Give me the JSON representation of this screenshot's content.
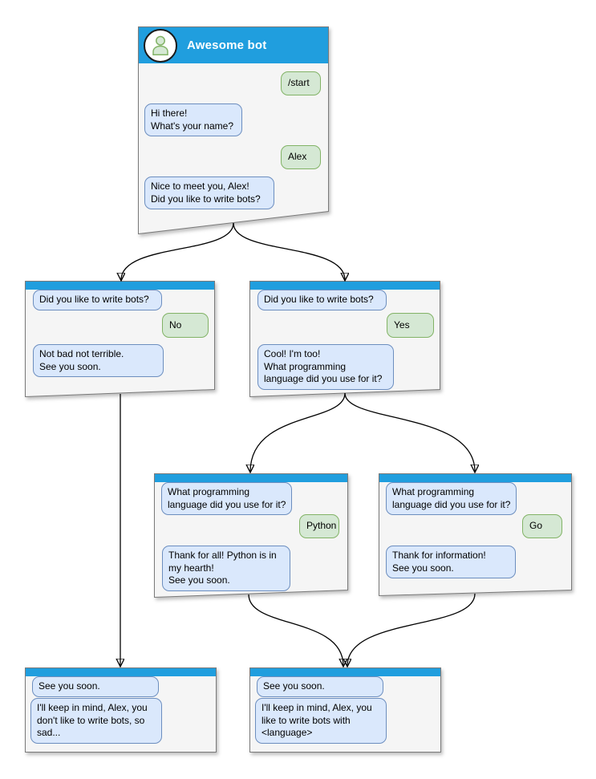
{
  "colors": {
    "header_blue": "#209ede",
    "box_fill": "#f5f5f5",
    "box_border": "#7a7a7a",
    "bot_bubble_fill": "#dae8fc",
    "bot_bubble_border": "#6c8ebf",
    "user_bubble_fill": "#d5e8d4",
    "user_bubble_border": "#82b366",
    "arrow_color": "#000000"
  },
  "windows": [
    {
      "name": "main-chat",
      "title": "Awesome bot",
      "messages": [
        {
          "sender": "user",
          "text": "/start"
        },
        {
          "sender": "bot",
          "text": "Hi there!\nWhat's your name?"
        },
        {
          "sender": "user",
          "text": "Alex"
        },
        {
          "sender": "bot",
          "text": "Nice to meet you, Alex!\nDid you like to write bots?"
        }
      ]
    },
    {
      "name": "branch-no",
      "messages": [
        {
          "sender": "bot",
          "text": "Did you like to write bots?"
        },
        {
          "sender": "user",
          "text": "No"
        },
        {
          "sender": "bot",
          "text": "Not bad not terrible.\nSee you soon."
        }
      ]
    },
    {
      "name": "branch-yes",
      "messages": [
        {
          "sender": "bot",
          "text": "Did you like to write bots?"
        },
        {
          "sender": "user",
          "text": "Yes"
        },
        {
          "sender": "bot",
          "text": "Cool! I'm too!\nWhat programming\nlanguage did you use for it?"
        }
      ]
    },
    {
      "name": "branch-python",
      "messages": [
        {
          "sender": "bot",
          "text": "What programming\nlanguage did you use for it?"
        },
        {
          "sender": "user",
          "text": "Python"
        },
        {
          "sender": "bot",
          "text": "Thank for all! Python is in\nmy hearth!\nSee you soon."
        }
      ]
    },
    {
      "name": "branch-go",
      "messages": [
        {
          "sender": "bot",
          "text": "What programming\nlanguage did you use for it?"
        },
        {
          "sender": "user",
          "text": "Go"
        },
        {
          "sender": "bot",
          "text": "Thank for information!\nSee you soon."
        }
      ]
    },
    {
      "name": "end-no",
      "messages": [
        {
          "sender": "bot",
          "text": "See you soon."
        },
        {
          "sender": "bot",
          "text": "I'll keep in mind, Alex, you\ndon't like to write bots, so\nsad..."
        }
      ]
    },
    {
      "name": "end-yes",
      "messages": [
        {
          "sender": "bot",
          "text": "See you soon."
        },
        {
          "sender": "bot",
          "text": "I'll keep in mind, Alex, you\nlike to write bots with\n<language>"
        }
      ]
    }
  ],
  "edges": [
    {
      "from": "main-chat",
      "to": "branch-no"
    },
    {
      "from": "main-chat",
      "to": "branch-yes"
    },
    {
      "from": "branch-no",
      "to": "end-no"
    },
    {
      "from": "branch-yes",
      "to": "branch-python"
    },
    {
      "from": "branch-yes",
      "to": "branch-go"
    },
    {
      "from": "branch-python",
      "to": "end-yes"
    },
    {
      "from": "branch-go",
      "to": "end-yes"
    }
  ]
}
